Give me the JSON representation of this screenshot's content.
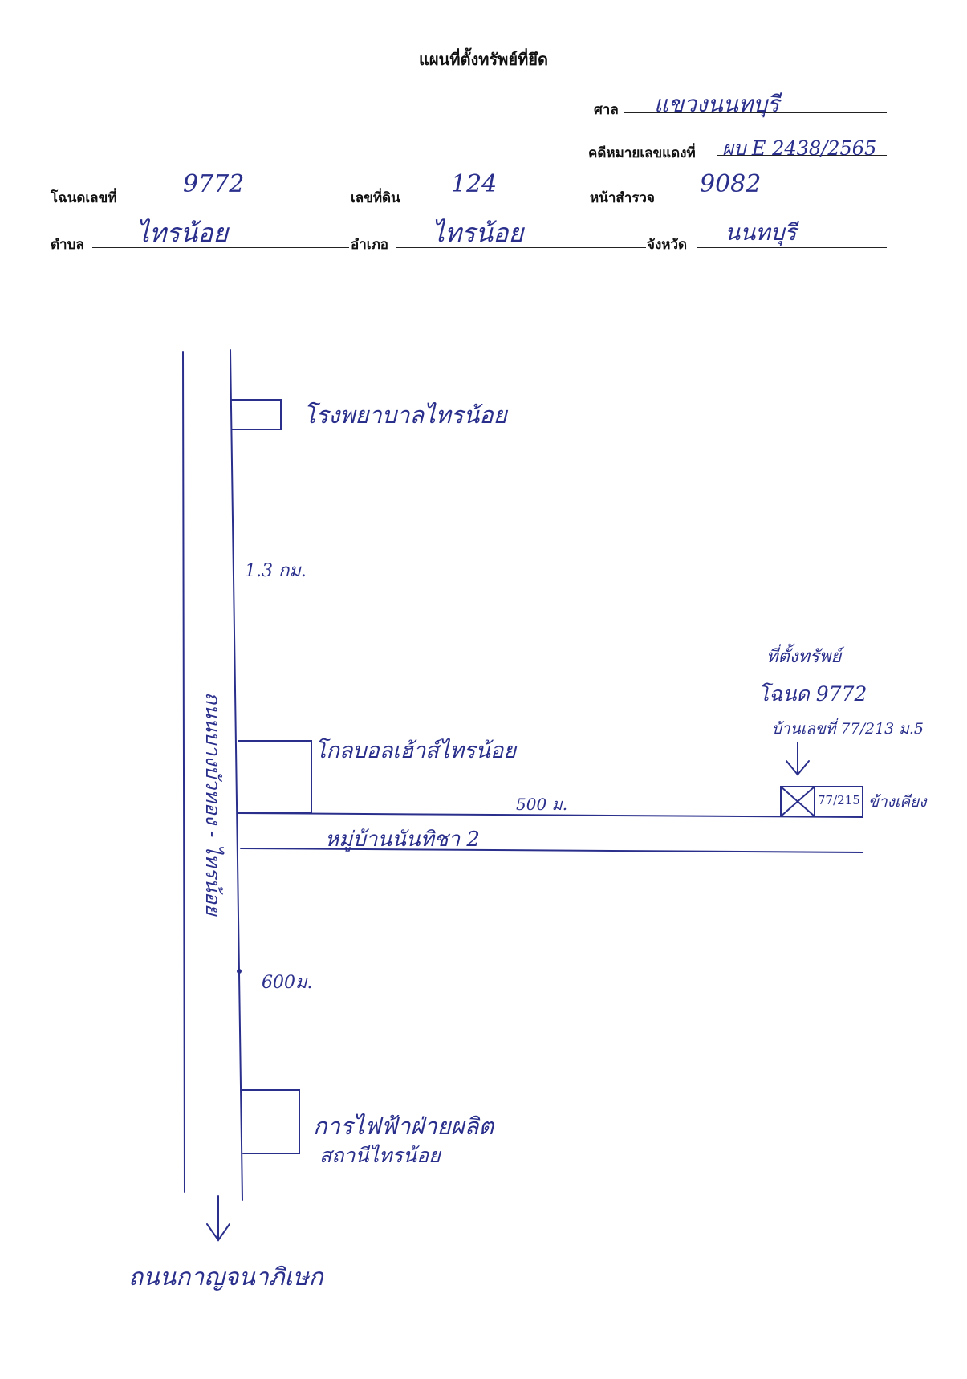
{
  "header": {
    "title": "แผนที่ตั้งทรัพย์ที่ยึด",
    "court_label": "ศาล",
    "court_value": "แขวงนนทบุรี",
    "case_label": "คดีหมายเลขแดงที่",
    "case_value": "ผบ E 2438/2565"
  },
  "fields": {
    "deed_label": "โฉนดเลขที่",
    "deed_value": "9772",
    "land_label": "เลขที่ดิน",
    "land_value": "124",
    "survey_label": "หน้าสำรวจ",
    "survey_value": "9082",
    "subdistrict_label": "ตำบล",
    "subdistrict_value": "ไทรน้อย",
    "district_label": "อำเภอ",
    "district_value": "ไทรน้อย",
    "province_label": "จังหวัด",
    "province_value": "นนทบุรี"
  },
  "map": {
    "hospital": "โรงพยาบาลไทรน้อย",
    "dist_1": "1.3 กม.",
    "property_note_1": "ที่ตั้งทรัพย์",
    "property_note_2": "โฉนด 9772",
    "property_note_3": "บ้านเลขที่ 77/213 ม.5",
    "global_house": "โกลบอลเฮ้าส์ไทรน้อย",
    "dist_500": "500 ม.",
    "house_box": "77/215",
    "neighbor": "ข้างเคียง",
    "village_road": "หมู่บ้านนันทิชา 2",
    "main_road": "ถนนบางบัวทอง - ไทรน้อย",
    "dist_600": "600ม.",
    "egat_1": "การไฟฟ้าฝ่ายผลิต",
    "egat_2": "สถานีไทรน้อย",
    "bottom_road": "ถนนกาญจนาภิเษก",
    "ink_color": "#2a2f8c"
  }
}
